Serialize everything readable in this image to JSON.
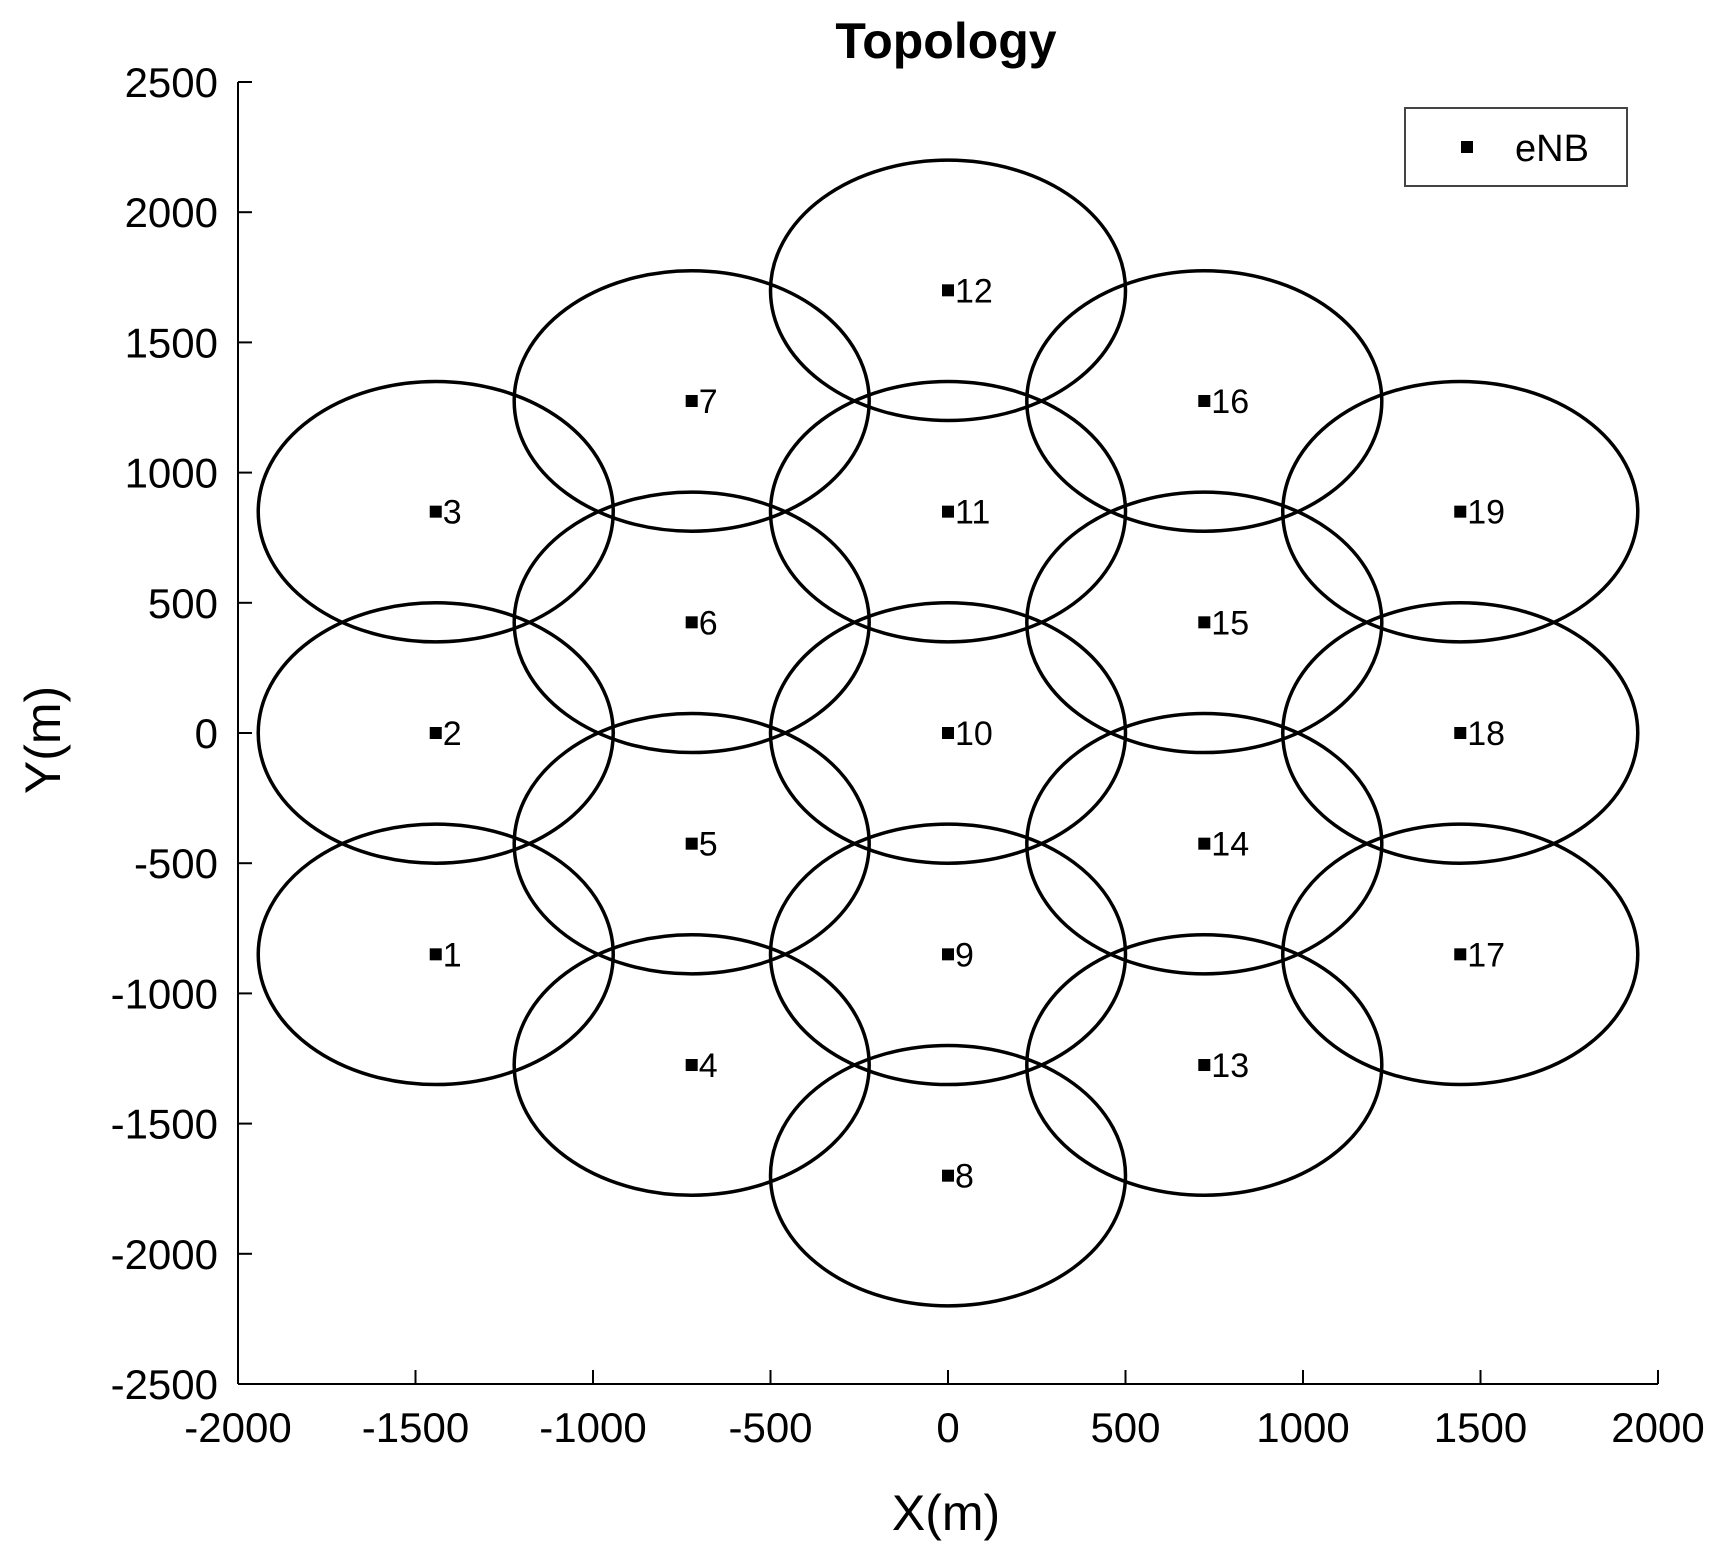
{
  "chart_data": {
    "type": "scatter",
    "title": "Topology",
    "xlabel": "X(m)",
    "ylabel": "Y(m)",
    "xlim": [
      -2000,
      2000
    ],
    "ylim": [
      -2500,
      2500
    ],
    "xticks": [
      -2000,
      -1500,
      -1000,
      -500,
      0,
      500,
      1000,
      1500,
      2000
    ],
    "yticks": [
      -2500,
      -2000,
      -1500,
      -1000,
      -500,
      0,
      500,
      1000,
      1500,
      2000,
      2500
    ],
    "xtick_labels": [
      "-2000",
      "-1500",
      "-1000",
      "-500",
      "0",
      "500",
      "1000",
      "1500",
      "2000"
    ],
    "ytick_labels": [
      "-2500",
      "-2000",
      "-1500",
      "-1000",
      "-500",
      "0",
      "500",
      "1000",
      "1500",
      "2000",
      "2500"
    ],
    "grid": false,
    "legend": {
      "position": "top-right",
      "entries": [
        "eNB"
      ]
    },
    "coverage_radius": 500,
    "series": [
      {
        "name": "eNB",
        "marker": "square",
        "color": "#000000",
        "points": [
          {
            "label": "1",
            "x": -1443,
            "y": -850
          },
          {
            "label": "2",
            "x": -1443,
            "y": 0
          },
          {
            "label": "3",
            "x": -1443,
            "y": 850
          },
          {
            "label": "4",
            "x": -722,
            "y": -1275
          },
          {
            "label": "5",
            "x": -722,
            "y": -425
          },
          {
            "label": "6",
            "x": -722,
            "y": 425
          },
          {
            "label": "7",
            "x": -722,
            "y": 1275
          },
          {
            "label": "8",
            "x": 0,
            "y": -1700
          },
          {
            "label": "9",
            "x": 0,
            "y": -850
          },
          {
            "label": "10",
            "x": 0,
            "y": 0
          },
          {
            "label": "11",
            "x": 0,
            "y": 850
          },
          {
            "label": "12",
            "x": 0,
            "y": 1700
          },
          {
            "label": "13",
            "x": 722,
            "y": -1275
          },
          {
            "label": "14",
            "x": 722,
            "y": -425
          },
          {
            "label": "15",
            "x": 722,
            "y": 425
          },
          {
            "label": "16",
            "x": 722,
            "y": 1275
          },
          {
            "label": "17",
            "x": 1443,
            "y": -850
          },
          {
            "label": "18",
            "x": 1443,
            "y": 0
          },
          {
            "label": "19",
            "x": 1443,
            "y": 850
          }
        ]
      }
    ]
  }
}
